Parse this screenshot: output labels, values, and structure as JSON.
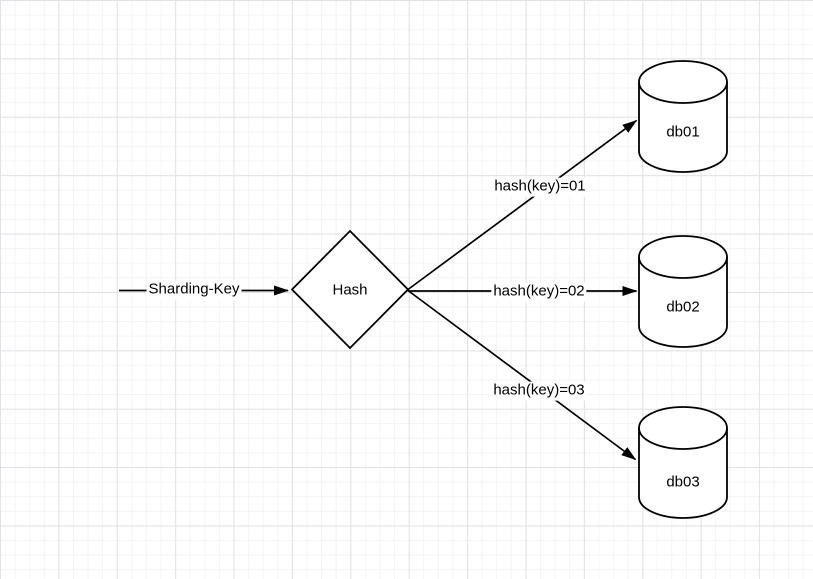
{
  "canvas": {
    "background_color": "#ffffff",
    "grid_minor_color": "#f4f4f6",
    "grid_major_color": "#e2e2e6"
  },
  "diagram": {
    "stroke_color": "#000000",
    "shape_fill_color": "#ffffff",
    "text_color": "#000000",
    "input": {
      "label": "Sharding-Key"
    },
    "hash_node": {
      "label": "Hash",
      "shape": "diamond"
    },
    "edges": [
      {
        "label": "hash(key)=01",
        "from": "Hash",
        "to": "db01"
      },
      {
        "label": "hash(key)=02",
        "from": "Hash",
        "to": "db02"
      },
      {
        "label": "hash(key)=03",
        "from": "Hash",
        "to": "db03"
      }
    ],
    "databases": [
      {
        "label": "db01",
        "shape": "cylinder"
      },
      {
        "label": "db02",
        "shape": "cylinder"
      },
      {
        "label": "db03",
        "shape": "cylinder"
      }
    ]
  }
}
